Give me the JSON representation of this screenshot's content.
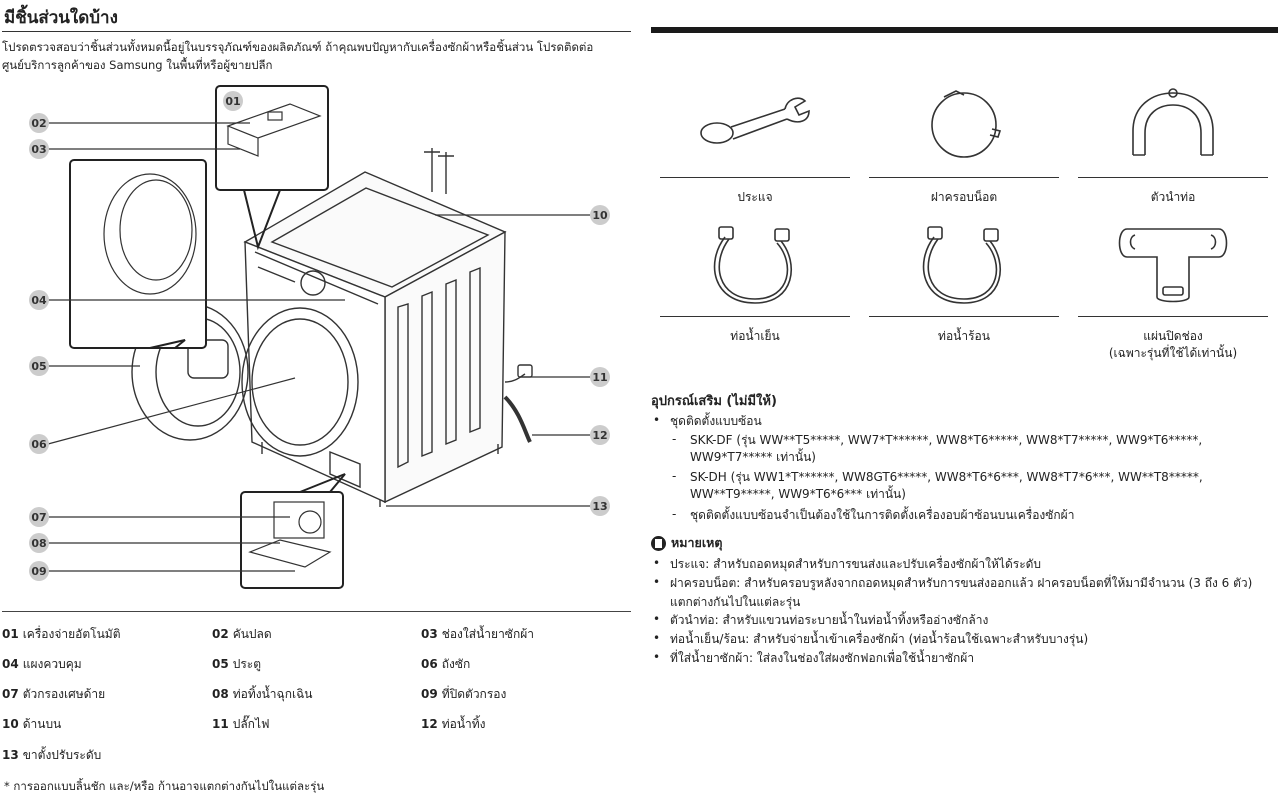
{
  "header": {
    "title": "มีชิ้นส่วนใดบ้าง",
    "intro_line1": "โปรดตรวจสอบว่าชิ้นส่วนทั้งหมดนี้อยู่ในบรรจุภัณฑ์ของผลิตภัณฑ์ ถ้าคุณพบปัญหากับเครื่องซักผ้าหรือชิ้นส่วน โปรดติดต่อ",
    "intro_line2": "ศูนย์บริการลูกค้าของ Samsung ในพื้นที่หรือผู้ขายปลีก"
  },
  "callouts": [
    "01",
    "02",
    "03",
    "04",
    "05",
    "06",
    "07",
    "08",
    "09",
    "10",
    "11",
    "12",
    "13"
  ],
  "parts": [
    {
      "num": "01",
      "label": "เครื่องจ่ายอัตโนมัติ"
    },
    {
      "num": "02",
      "label": "คันปลด"
    },
    {
      "num": "03",
      "label": "ช่องใส่น้ำยาซักผ้า"
    },
    {
      "num": "04",
      "label": "แผงควบคุม"
    },
    {
      "num": "05",
      "label": "ประตู"
    },
    {
      "num": "06",
      "label": "ถังซัก"
    },
    {
      "num": "07",
      "label": "ตัวกรองเศษด้าย"
    },
    {
      "num": "08",
      "label": "ท่อทิ้งน้ำฉุกเฉิน"
    },
    {
      "num": "09",
      "label": "ที่ปิดตัวกรอง"
    },
    {
      "num": "10",
      "label": "ด้านบน"
    },
    {
      "num": "11",
      "label": "ปลั๊กไฟ"
    },
    {
      "num": "12",
      "label": "ท่อน้ำทิ้ง"
    },
    {
      "num": "13",
      "label": "ขาตั้งปรับระดับ"
    }
  ],
  "footnote": "* การออกแบบลิ้นชัก และ/หรือ ก้านอาจแตกต่างกันไปในแต่ละรุ่น",
  "accessories": [
    {
      "label": "ประแจ",
      "icon": "wrench-icon"
    },
    {
      "label": "ฝาครอบน็อต",
      "icon": "bolt-cap-icon"
    },
    {
      "label": "ตัวนำท่อ",
      "icon": "hose-guide-icon"
    },
    {
      "label": "ท่อน้ำเย็น",
      "icon": "cold-hose-icon"
    },
    {
      "label": "ท่อน้ำร้อน",
      "icon": "hot-hose-icon"
    },
    {
      "label": "แผ่นปิดช่อง",
      "label2": "(เฉพาะรุ่นที่ใช้ได้เท่านั้น)",
      "icon": "hole-cap-icon"
    }
  ],
  "optional": {
    "title": "อุปกรณ์เสริม (ไม่มีให้)",
    "bullet": "ชุดติดตั้งแบบซ้อน",
    "sub1_l1": "SKK-DF (รุ่น WW**T5*****, WW7*T******, WW8*T6*****, WW8*T7*****, WW9*T6*****,",
    "sub1_l2": "WW9*T7***** เท่านั้น)",
    "sub2_l1": "SK-DH (รุ่น WW1*T******, WW8GT6*****, WW8*T6*6***, WW8*T7*6***, WW**T8*****,",
    "sub2_l2": "WW**T9*****, WW9*T6*6*** เท่านั้น)",
    "sub3": "ชุดติดตั้งแบบซ้อนจำเป็นต้องใช้ในการติดตั้งเครื่องอบผ้าซ้อนบนเครื่องซักผ้า"
  },
  "note": {
    "title": "หมายเหตุ",
    "items": [
      "ประแจ: สำหรับถอดหมุดสำหรับการขนส่งและปรับเครื่องซักผ้าให้ได้ระดับ",
      "ฝาครอบน็อต: สำหรับครอบรูหลังจากถอดหมุดสำหรับการขนส่งออกแล้ว ฝาครอบน็อตที่ให้มามีจำนวน (3 ถึง 6 ตัว)",
      "แตกต่างกันไปในแต่ละรุ่น",
      "ตัวนำท่อ: สำหรับแขวนท่อระบายน้ำในท่อน้ำทิ้งหรืออ่างซักล้าง",
      "ท่อน้ำเย็น/ร้อน: สำหรับจ่ายน้ำเข้าเครื่องซักผ้า (ท่อน้ำร้อนใช้เฉพาะสำหรับบางรุ่น)",
      "ที่ใส่น้ำยาซักผ้า: ใส่ลงในช่องใส่ผงซักฟอกเพื่อใช้น้ำยาซักผ้า"
    ]
  }
}
